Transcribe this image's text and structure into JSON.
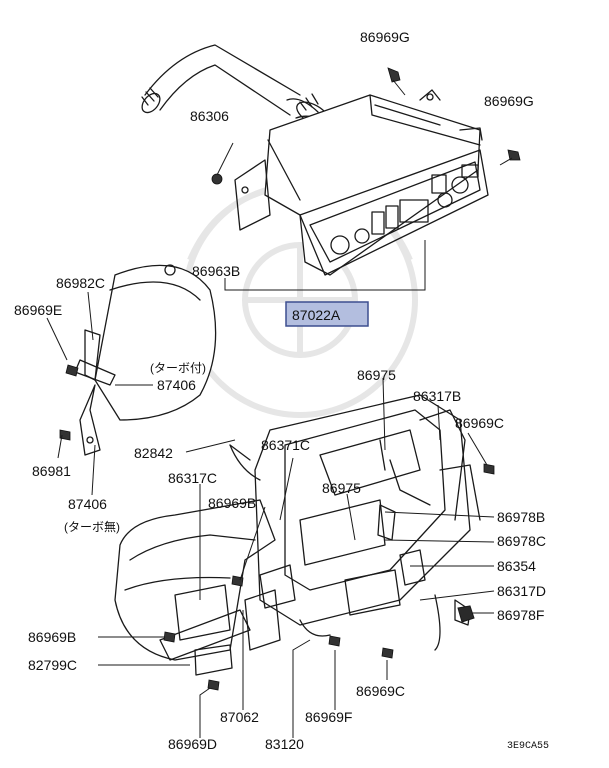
{
  "diagram_code": "3E9CA55",
  "highlight_color": "#b3bedf",
  "labels": {
    "p86969g_top": "86969G",
    "p86969g_right": "86969G",
    "p86306": "86306",
    "p86963b": "86963B",
    "p87022a": "87022A",
    "p86982c": "86982C",
    "p86969e": "86969E",
    "turbo_with": "(ターボ付)",
    "p87406_upper": "87406",
    "p86981": "86981",
    "p87406_lower": "87406",
    "turbo_without": "(ターボ無)",
    "p86975_upper": "86975",
    "p86317b": "86317B",
    "p86969c_upper": "86969C",
    "p82842": "82842",
    "p86371c": "86371C",
    "p86317c": "86317C",
    "p86975_lower": "86975",
    "p86969b_upper": "86969B",
    "p86978b": "86978B",
    "p86978c": "86978C",
    "p86354": "86354",
    "p86317d": "86317D",
    "p86978f": "86978F",
    "p86969b_lower": "86969B",
    "p82799c": "82799C",
    "p87062": "87062",
    "p86969f": "86969F",
    "p86969c_lower": "86969C",
    "p86969d": "86969D",
    "p83120": "83120"
  }
}
